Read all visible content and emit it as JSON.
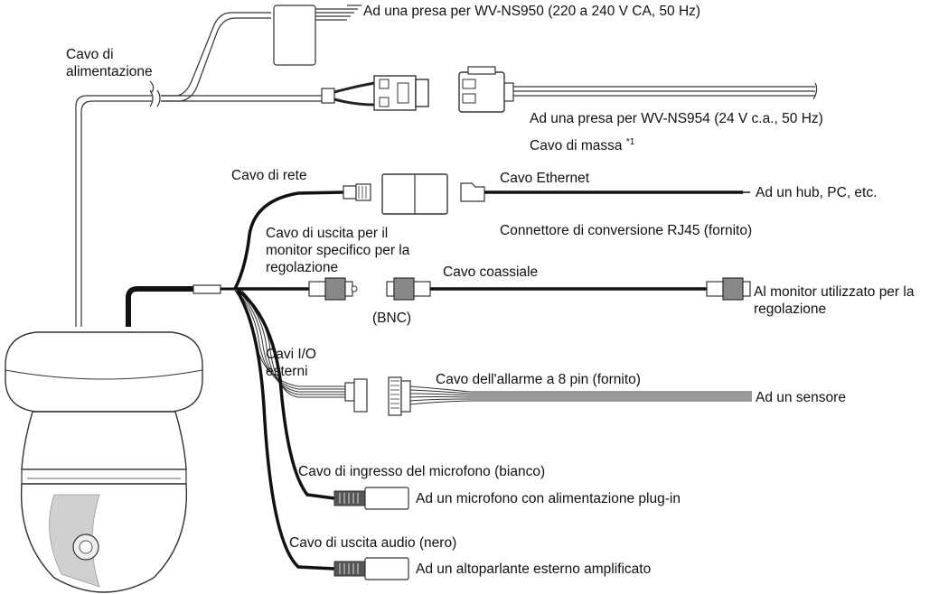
{
  "labels": {
    "power_cable": "Cavo di alimentazione",
    "outlet_ns950": "Ad una presa per WV-NS950 (220 a 240 V CA, 50 Hz)",
    "outlet_ns954": "Ad una presa per WV-NS954 (24 V c.a., 50 Hz)",
    "ground_cable": "Cavo di massa",
    "ground_note": "*1",
    "network_cable": "Cavo di rete",
    "ethernet_cable": "Cavo Ethernet",
    "to_hub": "Ad un hub, PC, etc.",
    "rj45_connector": "Connettore di conversione RJ45 (fornito)",
    "monitor_out_cable": "Cavo di uscita per il monitor specifico per la regolazione",
    "coax_cable": "Cavo coassiale",
    "to_adjust_monitor": "Al monitor utilizzato per la regolazione",
    "bnc": "(BNC)",
    "ext_io_cables": "Cavi I/O esterni",
    "alarm_cable": "Cavo dell'allarme a 8 pin (fornito)",
    "to_sensor": "Ad un sensore",
    "mic_in_cable": "Cavo di ingresso del microfono (bianco)",
    "to_microphone": "Ad un microfono con alimentazione plug-in",
    "audio_out_cable": "Cavo di uscita audio (nero)",
    "to_speaker": "Ad un altoparlante esterno amplificato"
  }
}
